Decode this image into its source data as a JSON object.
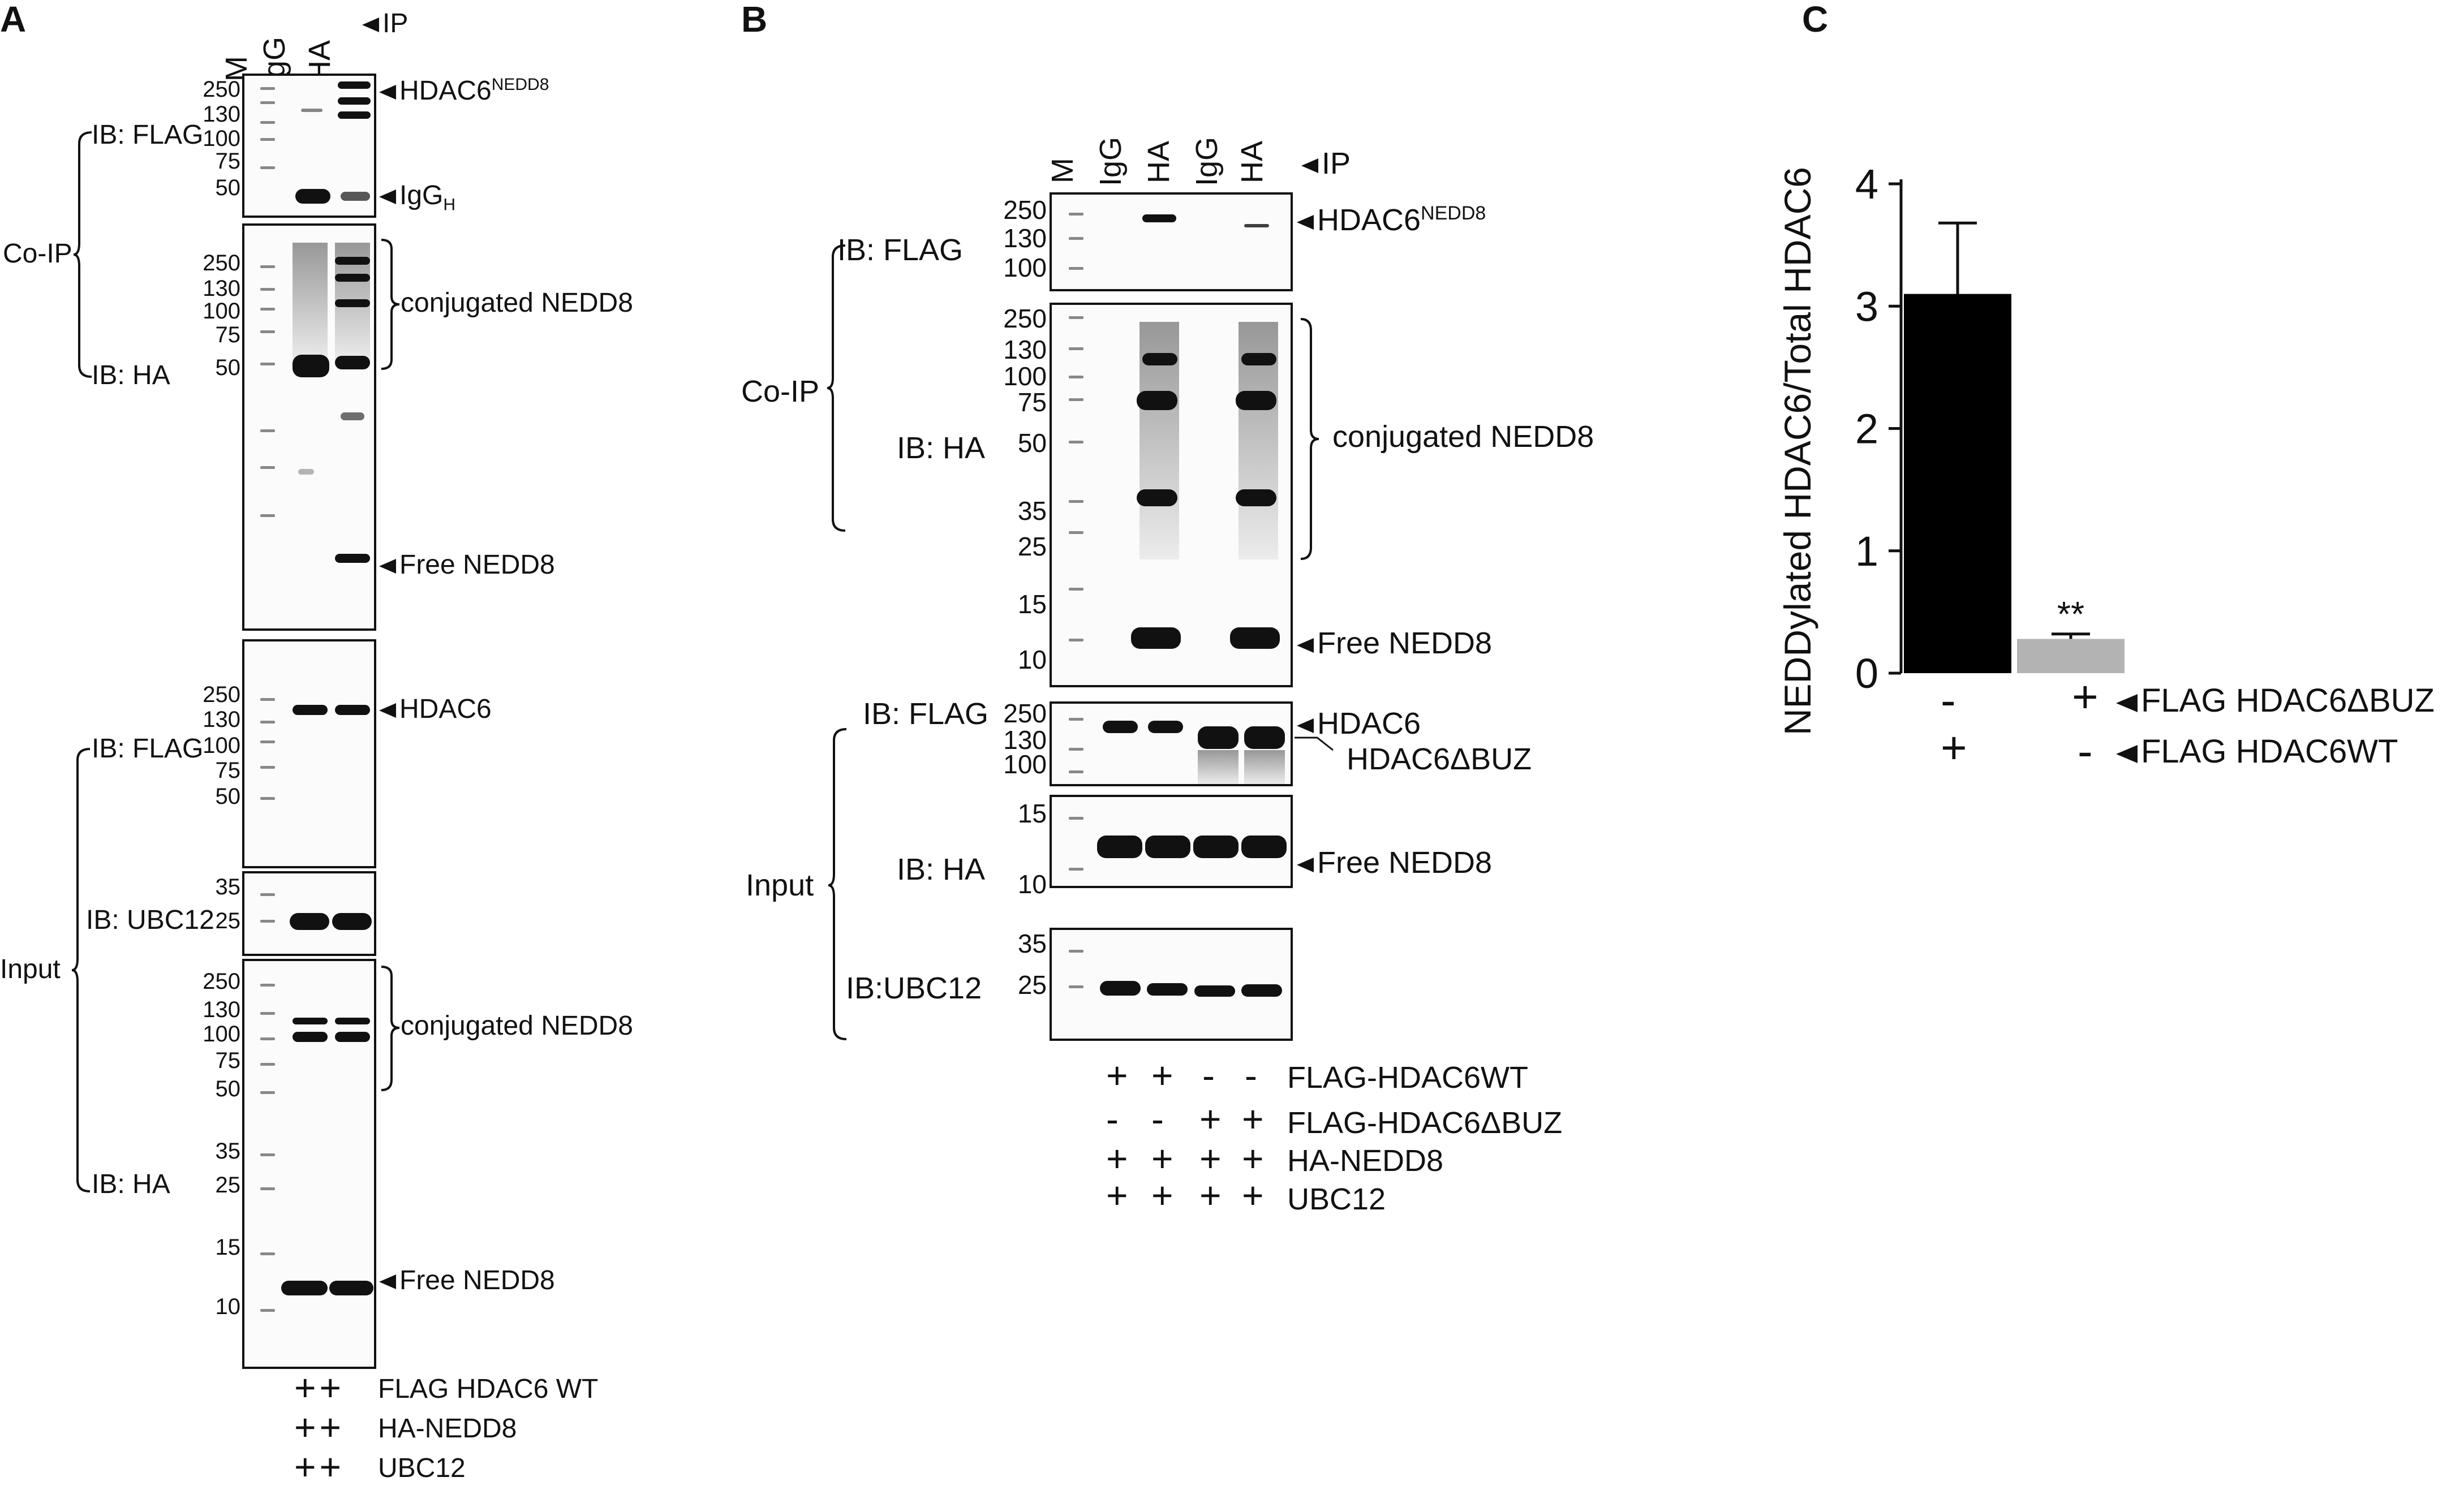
{
  "panel_labels": {
    "a": "A",
    "b": "B",
    "c": "C"
  },
  "panelA": {
    "lanes": [
      "M",
      "IgG",
      "HA"
    ],
    "ip_label": "IP",
    "coip_label": "Co-IP",
    "input_label": "Input",
    "ib_flag_top": "IB: FLAG",
    "ib_ha_top": "IB: HA",
    "ib_flag_input": "IB: FLAG",
    "ib_ubc12_input": "IB: UBC12",
    "ib_ha_input": "IB: HA",
    "blot1_mw": [
      "250",
      "130",
      "100",
      "75",
      "50"
    ],
    "blot2_mw": [
      "250",
      "130",
      "100",
      "75",
      "50"
    ],
    "blot3_mw": [
      "250",
      "130",
      "100",
      "75",
      "50"
    ],
    "blot4_mw": [
      "35",
      "25"
    ],
    "blot5_mw": [
      "250",
      "130",
      "100",
      "75",
      "50",
      "35",
      "25",
      "15",
      "10"
    ],
    "ann_hdac6": "HDAC6",
    "ann_hdac6_sup": "NEDD8",
    "ann_igg": "IgG",
    "ann_igg_sub": "H",
    "ann_conj1": "conjugated NEDD8",
    "ann_free1": "Free NEDD8",
    "ann_hdac6_input": "HDAC6",
    "ann_conj2": "conjugated NEDD8",
    "ann_free2": "Free NEDD8",
    "cond_signs": [
      "++",
      "++",
      "++"
    ],
    "cond_labels": [
      "FLAG HDAC6 WT",
      "HA-NEDD8",
      "UBC12"
    ]
  },
  "panelB": {
    "lanes": [
      "M",
      "IgG",
      "HA",
      "IgG",
      "HA"
    ],
    "ip_label": "IP",
    "coip_label": "Co-IP",
    "input_label": "Input",
    "ib_flag_top": "IB: FLAG",
    "ib_ha_top": "IB: HA",
    "ib_flag_input": "IB: FLAG",
    "ib_ha_input": "IB: HA",
    "ib_ubc12": "IB:UBC12",
    "blot1_mw": [
      "250",
      "130",
      "100"
    ],
    "blot2_mw": [
      "250",
      "130",
      "100",
      "75",
      "50",
      "35",
      "25",
      "15",
      "10"
    ],
    "blot3_mw": [
      "250",
      "130",
      "100"
    ],
    "blot4_mw": [
      "15",
      "10"
    ],
    "blot5_mw": [
      "35",
      "25"
    ],
    "ann_hdac6": "HDAC6",
    "ann_hdac6_sup": "NEDD8",
    "ann_conj": "conjugated NEDD8",
    "ann_free": "Free NEDD8",
    "ann_hdac6_input": "HDAC6",
    "ann_hdac6_dbuz": "HDAC6ΔBUZ",
    "ann_free_input": "Free NEDD8",
    "cond_rows": [
      {
        "signs": [
          "+",
          "+",
          "-",
          "-"
        ],
        "label": "FLAG-HDAC6WT"
      },
      {
        "signs": [
          "-",
          "-",
          "+",
          "+"
        ],
        "label": "FLAG-HDAC6ΔBUZ"
      },
      {
        "signs": [
          "+",
          "+",
          "+",
          "+"
        ],
        "label": "HA-NEDD8"
      },
      {
        "signs": [
          "+",
          "+",
          "+",
          "+"
        ],
        "label": "UBC12"
      }
    ]
  },
  "panelC": {
    "significance": "**",
    "row1_signs": [
      "-",
      "+"
    ],
    "row1_label": "FLAG HDAC6ΔBUZ",
    "row2_signs": [
      "+",
      "-"
    ],
    "row2_label": "FLAG HDAC6WT"
  },
  "chart_data": {
    "type": "bar",
    "categories": [
      "FLAG HDAC6WT",
      "FLAG HDAC6ΔBUZ"
    ],
    "values": [
      3.1,
      0.28
    ],
    "errors": [
      0.58,
      0.04
    ],
    "colors": [
      "#000000",
      "#b3b3b3"
    ],
    "ylabel": "NEDDylated HDAC6/Total HDAC6",
    "ylim": [
      0,
      4
    ],
    "yticks": [
      "0",
      "1",
      "2",
      "3",
      "4"
    ],
    "grid": false
  }
}
